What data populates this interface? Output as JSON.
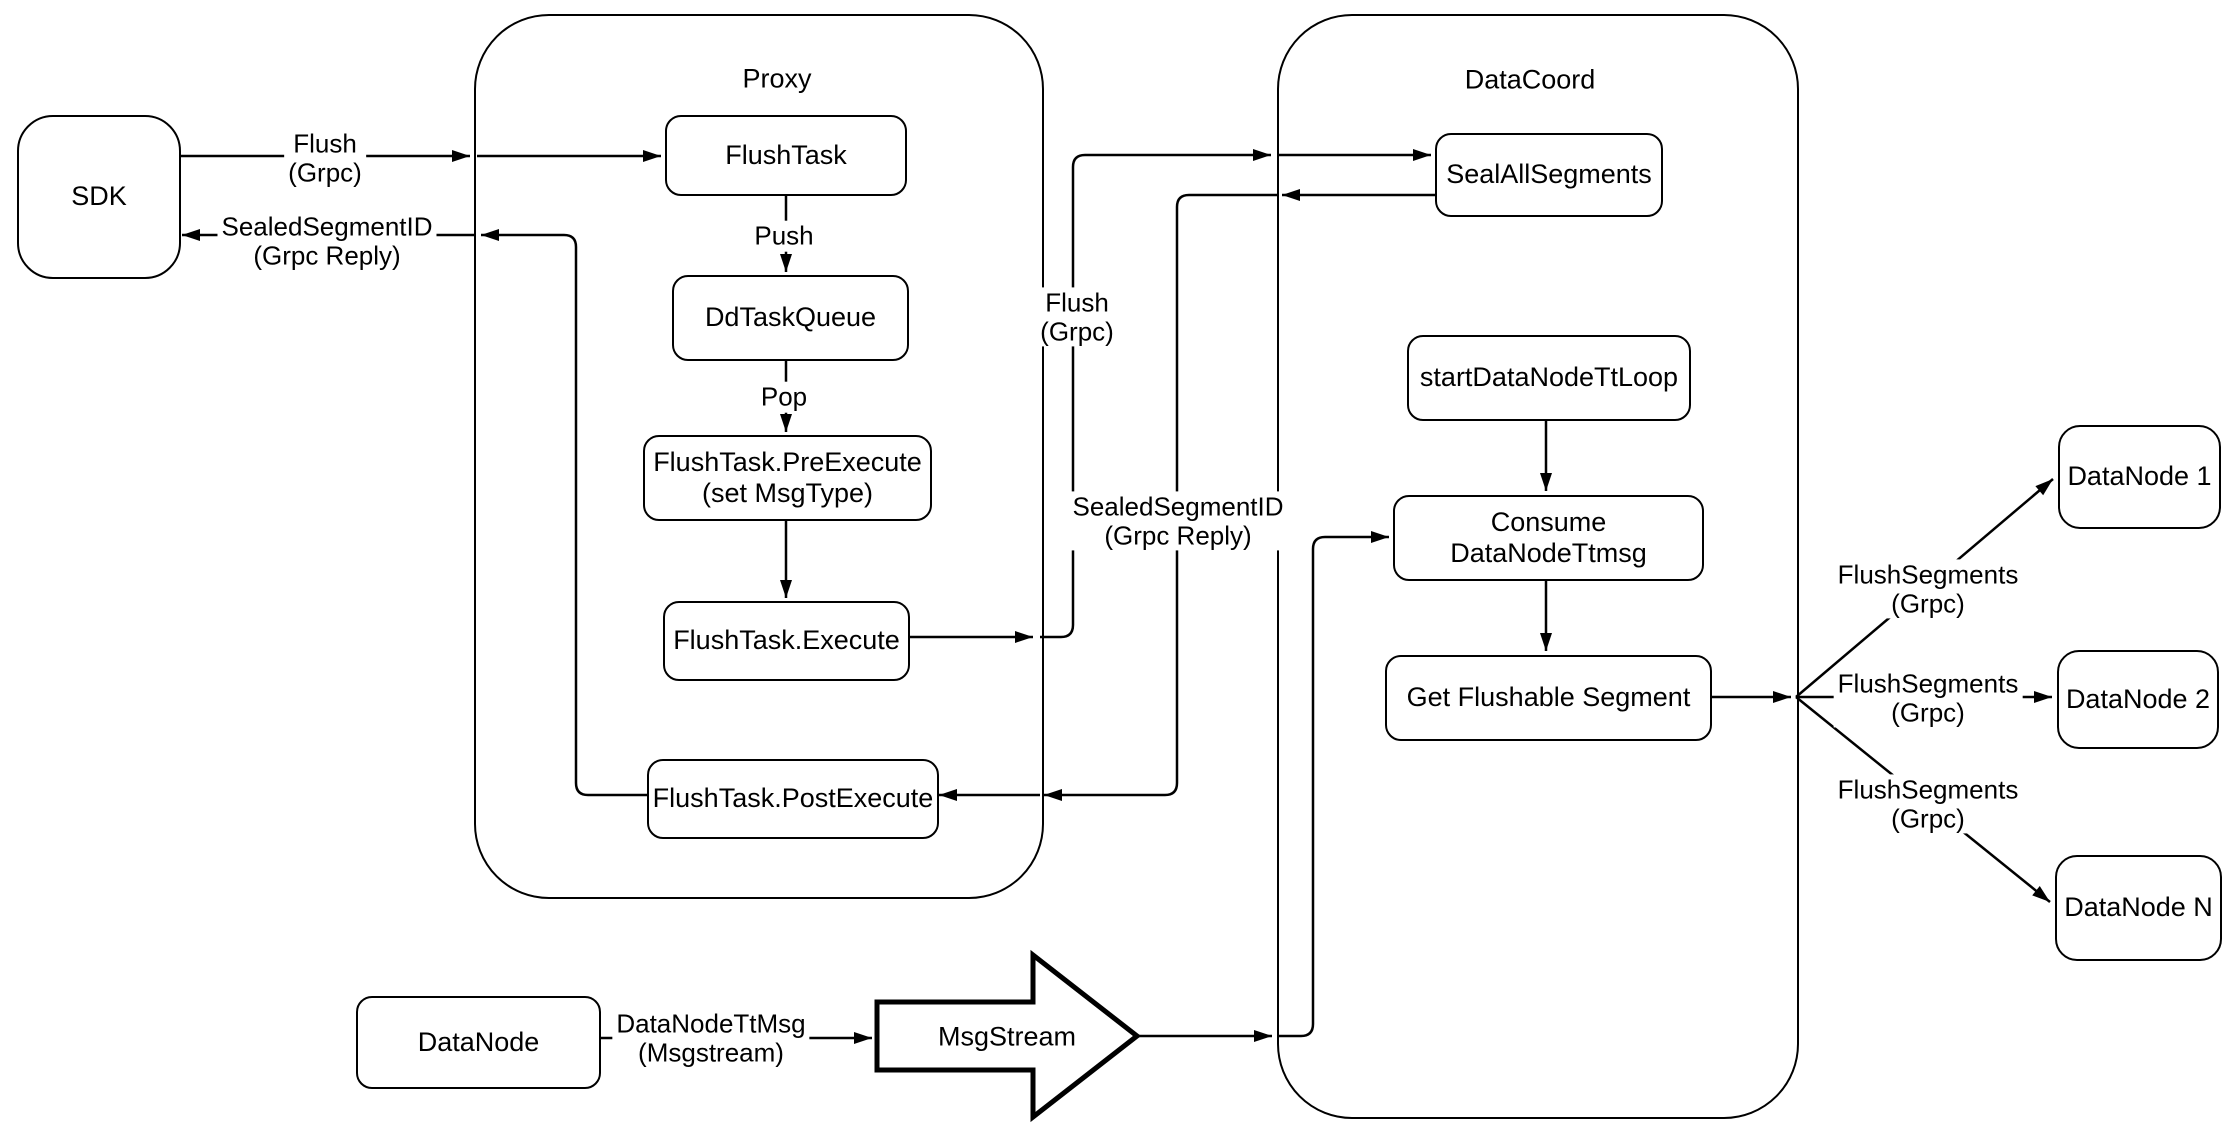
{
  "diagram": {
    "containers": {
      "proxy": {
        "title": "Proxy"
      },
      "datacoord": {
        "title": "DataCoord"
      }
    },
    "nodes": {
      "sdk": {
        "label": "SDK"
      },
      "flush_task": {
        "label": "FlushTask"
      },
      "dd_task_queue": {
        "label": "DdTaskQueue"
      },
      "pre_execute": {
        "label": "FlushTask.PreExecute",
        "sublabel": "(set MsgType)"
      },
      "execute": {
        "label": "FlushTask.Execute"
      },
      "post_execute": {
        "label": "FlushTask.PostExecute"
      },
      "seal_all_segments": {
        "label": "SealAllSegments"
      },
      "start_datanode_tt_loop": {
        "label": "startDataNodeTtLoop"
      },
      "consume_datanode_ttmsg": {
        "label": "Consume DataNodeTtmsg"
      },
      "get_flushable_segment": {
        "label": "Get Flushable Segment"
      },
      "datanode_1": {
        "label": "DataNode 1"
      },
      "datanode_2": {
        "label": "DataNode 2"
      },
      "datanode_n": {
        "label": "DataNode N"
      },
      "datanode_bottom": {
        "label": "DataNode"
      },
      "msgstream": {
        "label": "MsgStream"
      }
    },
    "edge_labels": {
      "flush_grpc_sdk": {
        "line1": "Flush",
        "line2": "(Grpc)"
      },
      "sealed_segment_id_sdk": {
        "line1": "SealedSegmentID",
        "line2": "(Grpc Reply)"
      },
      "push": {
        "line1": "Push"
      },
      "pop": {
        "line1": "Pop"
      },
      "flush_grpc_mid": {
        "line1": "Flush",
        "line2": "(Grpc)"
      },
      "sealed_segment_id_mid": {
        "line1": "SealedSegmentID",
        "line2": "(Grpc Reply)"
      },
      "datanode_tt_msg": {
        "line1": "DataNodeTtMsg",
        "line2": "(Msgstream)"
      },
      "flush_segments_1": {
        "line1": "FlushSegments",
        "line2": "(Grpc)"
      },
      "flush_segments_2": {
        "line1": "FlushSegments",
        "line2": "(Grpc)"
      },
      "flush_segments_3": {
        "line1": "FlushSegments",
        "line2": "(Grpc)"
      }
    },
    "colors": {
      "stroke": "#000000",
      "background": "#ffffff"
    }
  }
}
